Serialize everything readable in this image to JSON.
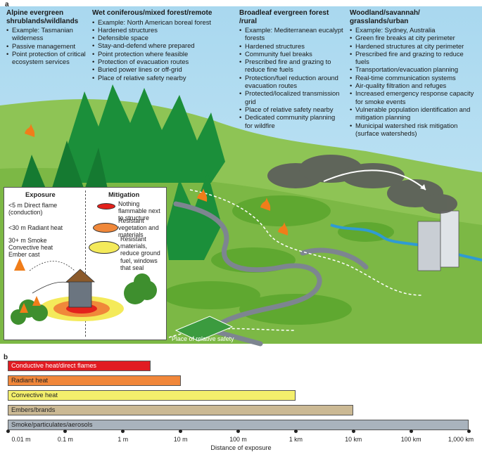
{
  "panel_a_label": "a",
  "panel_b_label": "b",
  "columns": [
    {
      "heading": "Alpine evergreen shrublands/wildlands",
      "heading_lines": [
        "Alpine evergreen",
        "shrublands/wildlands"
      ],
      "items": [
        "Example: Tasmanian wilderness",
        "Passive management",
        "Point protection of critical ecosystem services"
      ]
    },
    {
      "heading": "Wet coniferous/mixed forest/remote",
      "heading_lines": [
        "Wet coniferous/mixed forest/remote"
      ],
      "items": [
        "Example: North American boreal forest",
        "Hardened structures",
        "Defensible space",
        "Stay-and-defend where prepared",
        "Point protection where feasible",
        "Protection of evacuation routes",
        "Buried power lines or off-grid",
        "Place of relative safety nearby"
      ]
    },
    {
      "heading": "Broadleaf evergreen forest /rural",
      "heading_lines": [
        "Broadleaf evergreen forest",
        "/rural"
      ],
      "items": [
        "Example: Mediterranean eucalypt forests",
        "Hardened structures",
        "Community fuel breaks",
        "Prescribed fire and grazing to reduce fine fuels",
        "Protection/fuel reduction around evacuation routes",
        "Protected/localized transmission grid",
        "Place of relative safety nearby",
        "Dedicated community planning for wildfire"
      ]
    },
    {
      "heading": "Woodland/savannah/ grasslands/urban",
      "heading_lines": [
        "Woodland/savannah/",
        "grasslands/urban"
      ],
      "items": [
        "Example: Sydney, Australia",
        "Green fire breaks at city perimeter",
        "Hardened structures at city perimeter",
        "Prescribed fire and grazing to reduce fuels",
        "Transportation/evacuation planning",
        "Real-time communication systems",
        "Air-quality filtration and refuges",
        "Increased emergency response capacity for smoke events",
        "Vulnerable population identification and mitigation planning",
        "Municipal watershed risk mitigation (surface watersheds)"
      ]
    }
  ],
  "inset": {
    "exposure_header": "Exposure",
    "mitigation_header": "Mitigation",
    "rows": [
      {
        "exposure": "<5 m Direct flame (conduction)",
        "mitigation": "Nothing flammable next to structure",
        "color": "#e3211c"
      },
      {
        "exposure": "<30 m Radiant heat",
        "mitigation": "Resistant vegetation and materials",
        "color": "#f0883a"
      },
      {
        "exposure": "30+ m Smoke Convective heat Ember cast",
        "mitigation": "Resistant materials, reduce ground fuel, windows that seal",
        "color": "#f4ea5a"
      }
    ]
  },
  "safety_label": "Place of relative safety",
  "colors": {
    "sky": "#a9d8ef",
    "grass": "#8cc251",
    "grass_dark": "#6fae3c",
    "road": "#7d8590",
    "smoke": "#5b5b5b",
    "water": "#2f9bd3"
  },
  "chart_data": {
    "type": "bar",
    "orientation": "horizontal",
    "x_scale": "log",
    "categories": [
      "Conductive heat/direct flames",
      "Radiant heat",
      "Convective heat",
      "Embers/brands",
      "Smoke/particulates/aerosols"
    ],
    "start_m": [
      0.01,
      0.01,
      0.01,
      0.01,
      0.01
    ],
    "end_m": [
      3,
      10,
      1000,
      10000,
      1000000
    ],
    "colors": [
      "#e11b22",
      "#f1873a",
      "#f4ef6c",
      "#cbb994",
      "#a9b3bd"
    ],
    "tick_values_m": [
      0.01,
      0.1,
      1,
      10,
      100,
      1000,
      10000,
      100000,
      1000000
    ],
    "tick_labels": [
      "0.01 m",
      "0.1 m",
      "1 m",
      "10 m",
      "100 m",
      "1 km",
      "10 km",
      "100 km",
      "1,000 km"
    ],
    "xlabel": "Distance of exposure"
  }
}
